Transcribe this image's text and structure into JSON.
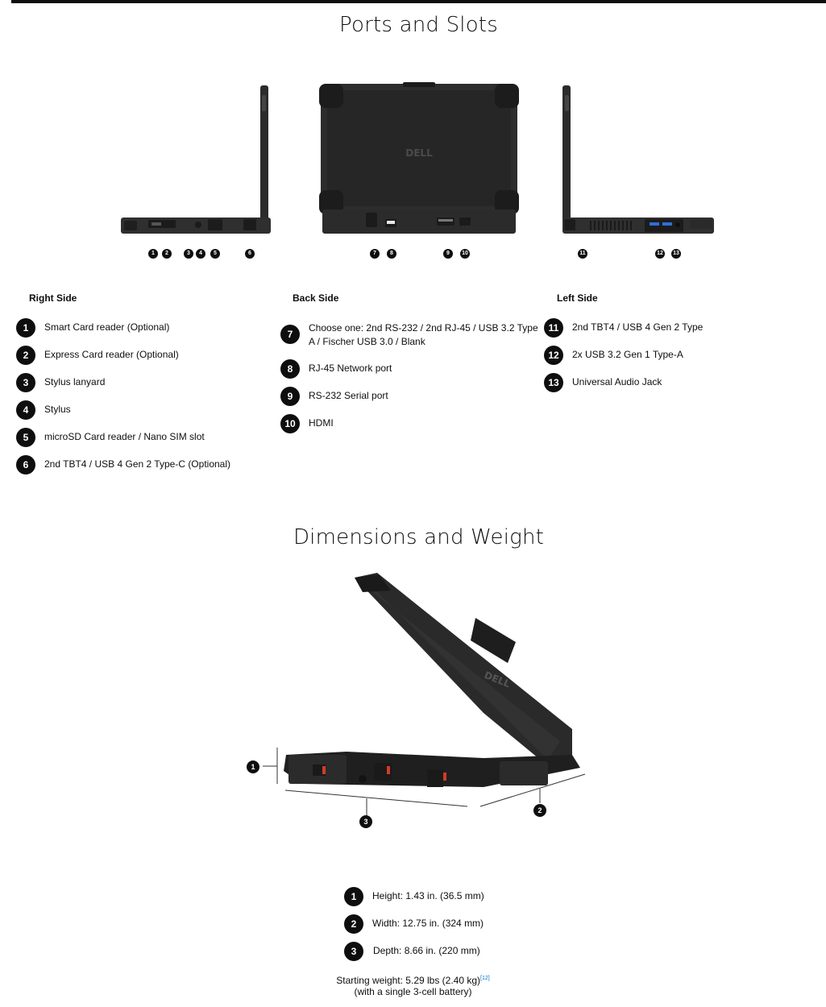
{
  "sections": {
    "ports_title": "Ports and Slots",
    "dims_title": "Dimensions and Weight"
  },
  "ports": {
    "right": {
      "heading": "Right Side",
      "items": [
        {
          "num": "1",
          "label": "Smart Card reader (Optional)"
        },
        {
          "num": "2",
          "label": "Express Card reader (Optional)"
        },
        {
          "num": "3",
          "label": "Stylus lanyard"
        },
        {
          "num": "4",
          "label": "Stylus"
        },
        {
          "num": "5",
          "label": "microSD Card reader / Nano SIM slot"
        },
        {
          "num": "6",
          "label": "2nd TBT4 / USB 4 Gen 2 Type-C (Optional)"
        }
      ]
    },
    "back": {
      "heading": "Back Side",
      "items": [
        {
          "num": "7",
          "label": "Choose one: 2nd RS-232 / 2nd RJ-45 / USB 3.2 Type A / Fischer USB 3.0 / Blank"
        },
        {
          "num": "8",
          "label": "RJ-45 Network port"
        },
        {
          "num": "9",
          "label": "RS-232 Serial port"
        },
        {
          "num": "10",
          "label": "HDMI"
        }
      ]
    },
    "left": {
      "heading": "Left Side",
      "items": [
        {
          "num": "11",
          "label": "2nd TBT4 / USB 4 Gen 2 Type"
        },
        {
          "num": "12",
          "label": "2x USB 3.2 Gen 1 Type-A"
        },
        {
          "num": "13",
          "label": "Universal Audio Jack"
        }
      ]
    }
  },
  "callouts": {
    "right_view": [
      "1",
      "2",
      "3",
      "4",
      "5",
      "6"
    ],
    "back_view": [
      "7",
      "8",
      "9",
      "10"
    ],
    "left_view": [
      "11",
      "12",
      "13"
    ],
    "dims_view": [
      "1",
      "2",
      "3"
    ]
  },
  "dimensions": {
    "items": [
      {
        "num": "1",
        "label": "Height: 1.43 in. (36.5 mm)"
      },
      {
        "num": "2",
        "label": "Width: 12.75 in. (324 mm)"
      },
      {
        "num": "3",
        "label": "Depth: 8.66 in. (220 mm)"
      }
    ],
    "weight_line": "Starting weight: 5.29 lbs (2.40 kg)",
    "weight_footnote": "[12]",
    "weight_note": "(with a single 3-cell battery)"
  },
  "logo_text": "DELL",
  "colors": {
    "text": "#0e0e0e",
    "badge": "#0e0e0e",
    "footnote_link": "#0672cb",
    "device_body": "#2a2a2a",
    "usb_blue": "#2f6fd6",
    "latch_red": "#d23a2a"
  }
}
